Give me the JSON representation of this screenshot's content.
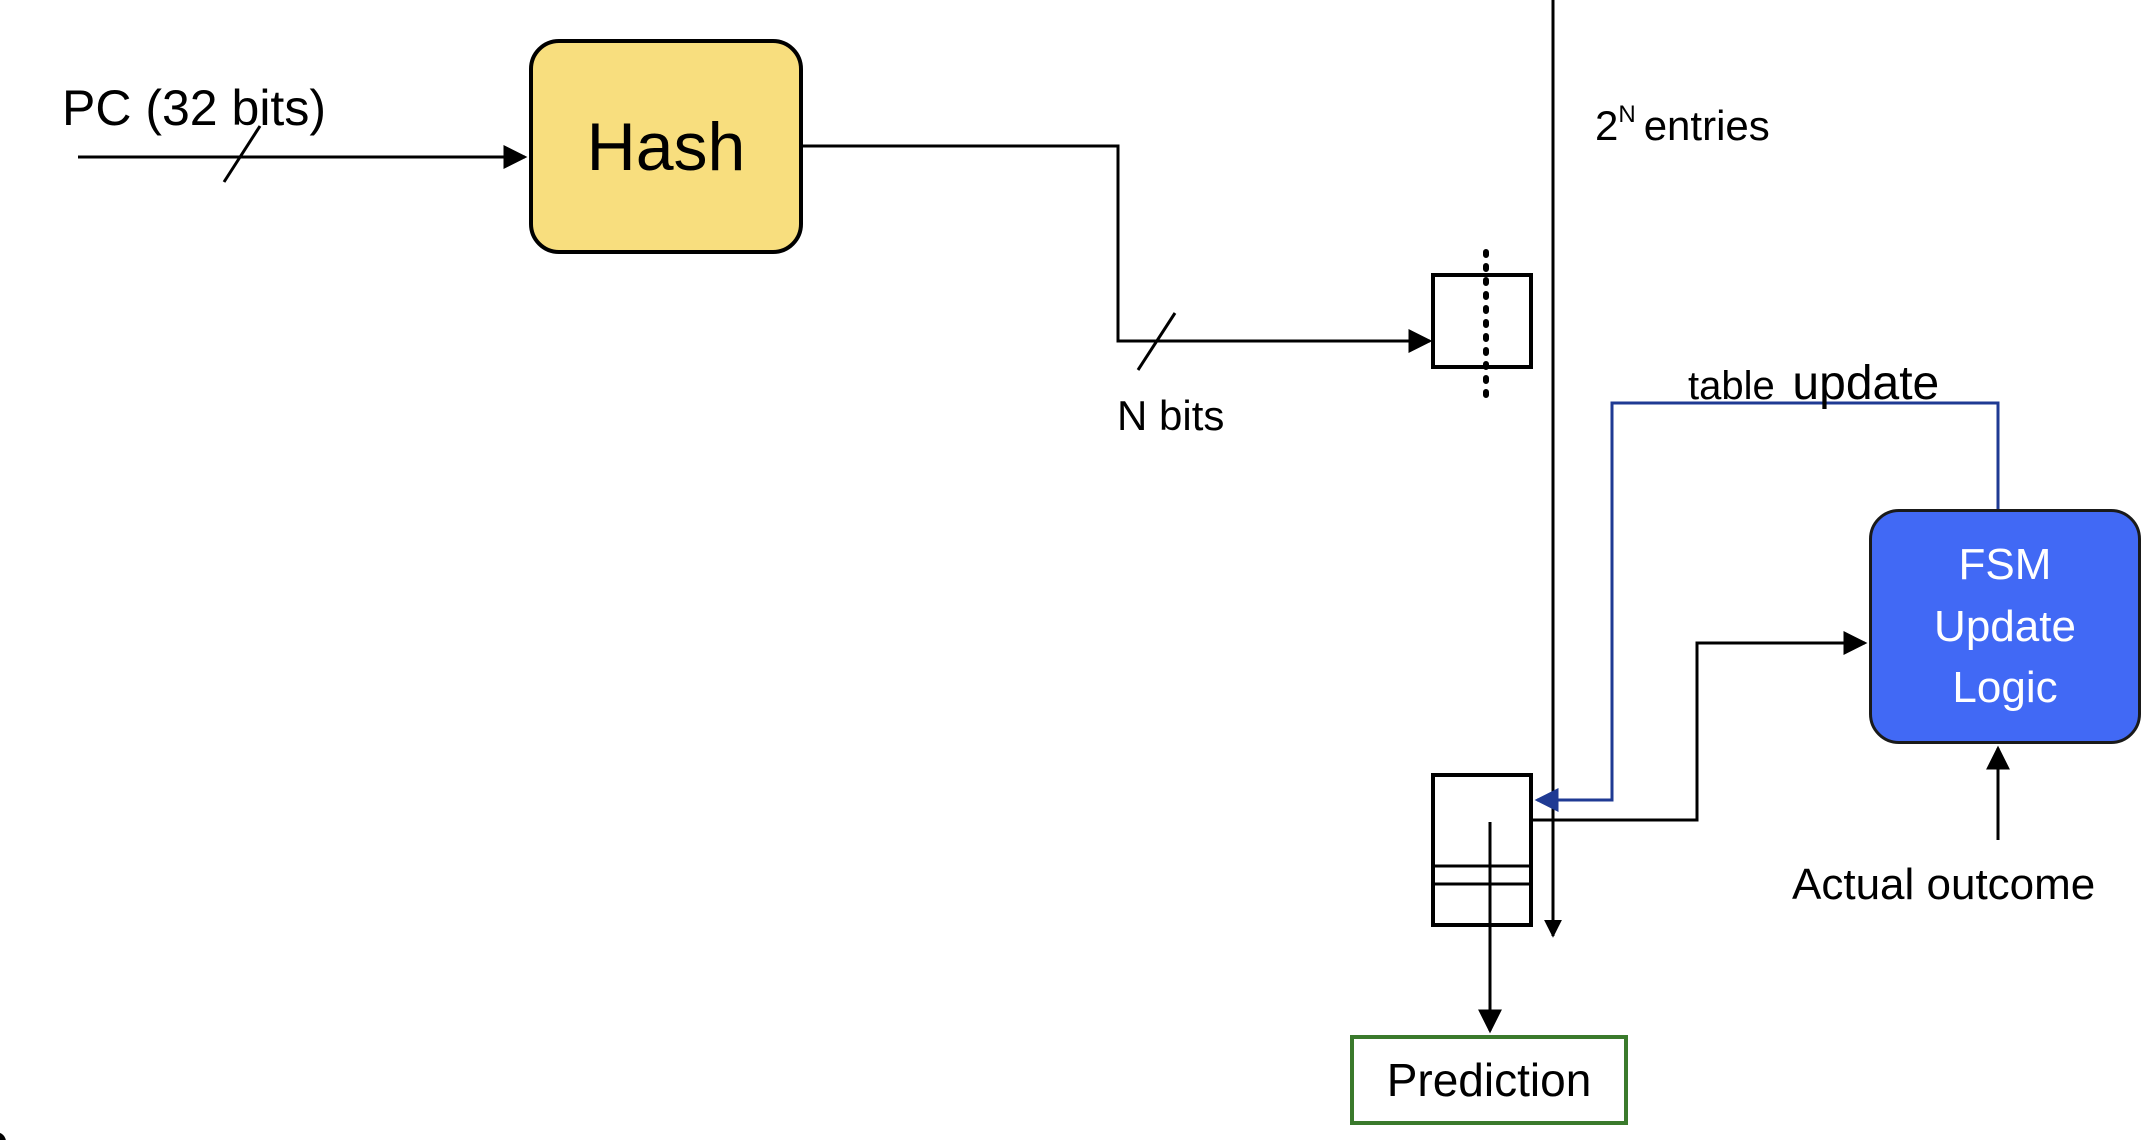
{
  "pc_label": "PC (32 bits)",
  "hash_label": "Hash",
  "n_bits_label": "N bits",
  "entries_base": "2",
  "entries_exp": "N",
  "entries_word": "entries",
  "table_update_small": "table",
  "table_update_big": "update",
  "fsm_lines": [
    "FSM",
    "Update",
    "Logic"
  ],
  "actual_outcome_label": "Actual outcome",
  "prediction_label": "Prediction",
  "colors": {
    "hash_fill": "#f8de7e",
    "fsm_fill": "#4169f5",
    "update_line": "#1f3a93",
    "prediction_border": "#3a7a2c"
  }
}
